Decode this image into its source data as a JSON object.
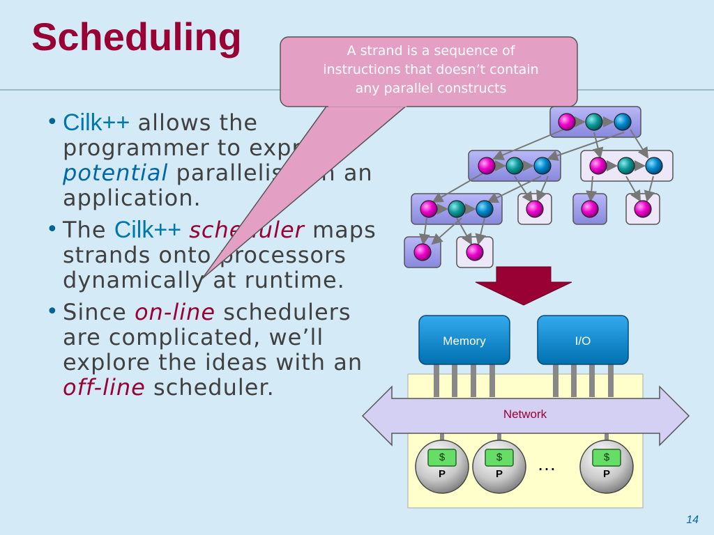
{
  "title": "Scheduling",
  "callout": {
    "line1": "A strand  is a sequence of",
    "line2": "instructions that doesn’t contain",
    "line3": "any parallel constructs"
  },
  "bullets": [
    {
      "cilk": "Cilk++",
      "text_a": " allows the programmer to express ",
      "em": "potential",
      "text_b": " parallelism in an application."
    },
    {
      "text_a": "The ",
      "cilk": "Cilk++",
      "sp": " ",
      "em": "scheduler",
      "text_b": " maps strands onto processors dynamically at runtime."
    },
    {
      "text_a": "Since ",
      "em": "on-line",
      "text_b": " schedulers are complicated, we’ll explore the ideas with an ",
      "em2": "off-line",
      "text_c": "  scheduler."
    }
  ],
  "machine": {
    "memory_label": "Memory",
    "io_label": "I/O",
    "network_label": "Network",
    "processor_label": "P",
    "cache_label": "$",
    "ellipsis": "…"
  },
  "page_number": "14",
  "colors": {
    "title": "#990033",
    "background": "#d4eaf7",
    "callout_fill": "#e4a0c4",
    "magenta_node": "#ee00cc",
    "teal_node": "#119999",
    "blue_node": "#0088cc",
    "strand_box": "#9999ee",
    "arrow_down": "#990033",
    "module_box": "#0088cc",
    "network_fill": "#d4d0f4",
    "cache_fill": "#66dd66"
  }
}
